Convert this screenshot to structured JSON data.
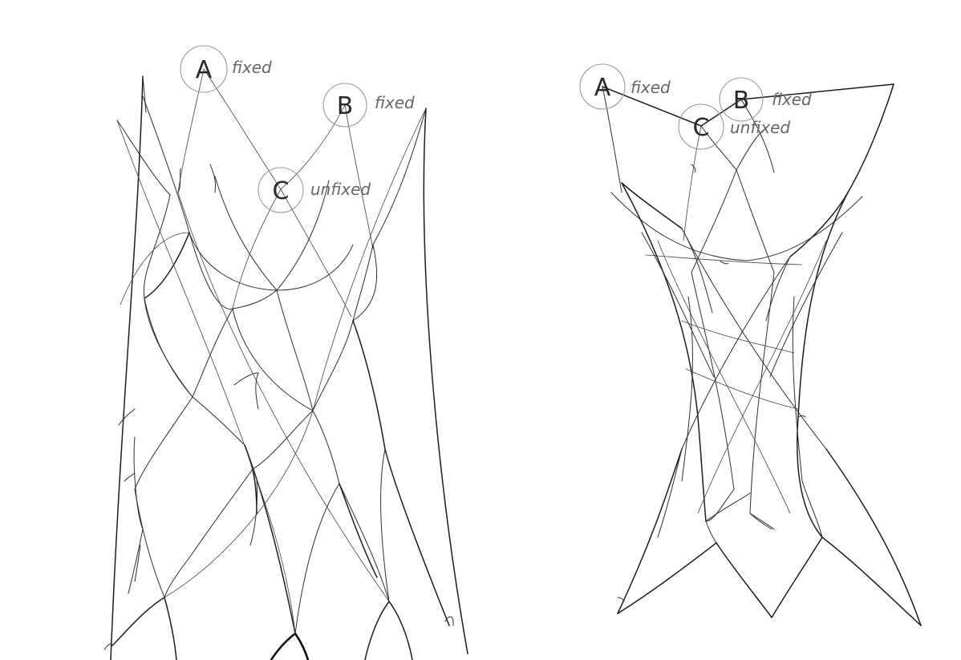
{
  "figure": {
    "left_panel": {
      "nodes": [
        {
          "id": "a",
          "letter": "A",
          "note": "fixed"
        },
        {
          "id": "b",
          "letter": "B",
          "note": "fixed"
        },
        {
          "id": "c",
          "letter": "C",
          "note": "unfixed"
        }
      ]
    },
    "right_panel": {
      "nodes": [
        {
          "id": "a",
          "letter": "A",
          "note": "fixed"
        },
        {
          "id": "b",
          "letter": "B",
          "note": "fixed"
        },
        {
          "id": "c",
          "letter": "C",
          "note": "unfixed"
        }
      ]
    },
    "colors": {
      "wire": "#1c1c1c",
      "ring": "#9a9a9a",
      "note": "#666666",
      "letter": "#2a2a2a"
    }
  }
}
